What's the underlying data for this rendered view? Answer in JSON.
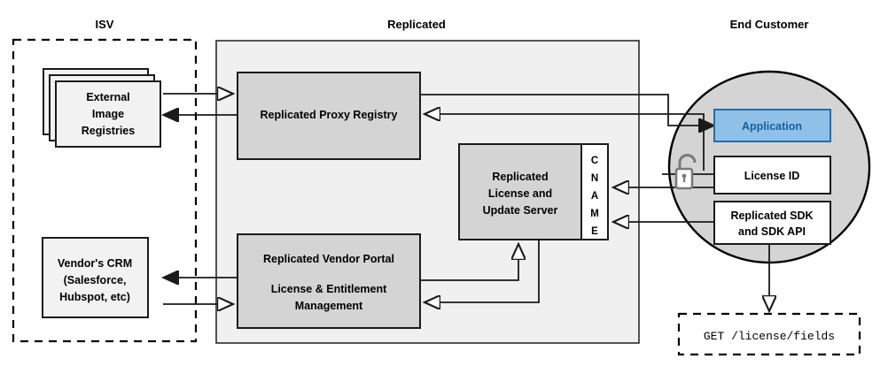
{
  "diagram": {
    "title_zones": [
      {
        "id": "isv",
        "label": "ISV"
      },
      {
        "id": "replicated",
        "label": "Replicated"
      },
      {
        "id": "end_customer",
        "label": "End Customer"
      }
    ],
    "isv_zone": {
      "external_image_registries": "External\nImage\nRegistries",
      "external_image_registries_lines": [
        "External",
        "Image",
        "Registries"
      ],
      "vendor_crm_lines": [
        "Vendor's CRM",
        "(Salesforce,",
        "Hubspot, etc)"
      ]
    },
    "replicated_zone": {
      "proxy_registry": "Replicated Proxy Registry",
      "license_update_server_lines": [
        "Replicated",
        "License and",
        "Update Server"
      ],
      "cname_letters": [
        "C",
        "N",
        "A",
        "M",
        "E"
      ],
      "cname_label": "CNAME",
      "vendor_portal_lines": [
        "Replicated Vendor Portal",
        "License & Entitlement",
        "Management"
      ],
      "vendor_portal_line1": "Replicated Vendor Portal",
      "vendor_portal_line2": "License & Entitlement",
      "vendor_portal_line3": "Management"
    },
    "end_customer_zone": {
      "application": "Application",
      "license_id": "License ID",
      "sdk_lines": [
        "Replicated SDK",
        "and SDK API"
      ],
      "sdk_line1": "Replicated SDK",
      "sdk_line2": "and SDK API",
      "lock_icon": "unlocked-padlock-icon"
    },
    "api_call_box": {
      "text": "GET /license/fields"
    },
    "colors": {
      "zone_fill": "#f0f0f0",
      "node_gray": "#d4d4d4",
      "node_light": "#f2f2f2",
      "node_white": "#ffffff",
      "accent_blue_fill": "#8fc1e8",
      "accent_blue_stroke": "#2a6aa8",
      "accent_blue_text": "#1b5e9e",
      "circle_fill": "#d4d4d4",
      "line": "#1a1a1a",
      "lock": "#7a7a7a"
    }
  }
}
